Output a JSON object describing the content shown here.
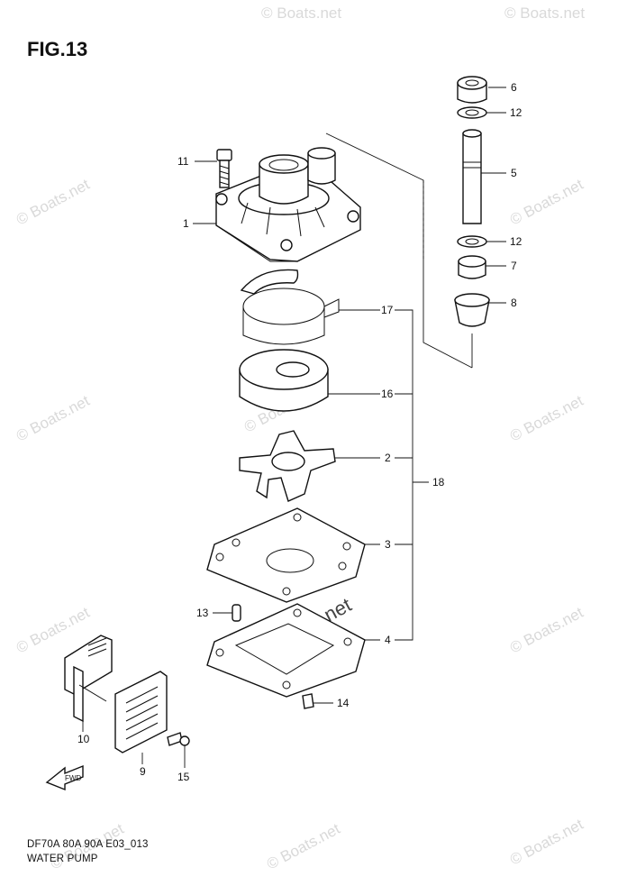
{
  "figure": {
    "title": "FIG.13",
    "model_code": "DF70A 80A 90A E03_013",
    "name": "WATER PUMP"
  },
  "callouts": {
    "c1": "1",
    "c2": "2",
    "c3": "3",
    "c4": "4",
    "c5": "5",
    "c6": "6",
    "c7": "7",
    "c8": "8",
    "c9": "9",
    "c10": "10",
    "c11": "11",
    "c12a": "12",
    "c12b": "12",
    "c13": "13",
    "c14": "14",
    "c15": "15",
    "c16": "16",
    "c17": "17",
    "c18": "18"
  },
  "fwd_label": "FWD",
  "watermark": "© Boats.net",
  "icons": {
    "fwd_arrow": "fwd-arrow-icon"
  }
}
